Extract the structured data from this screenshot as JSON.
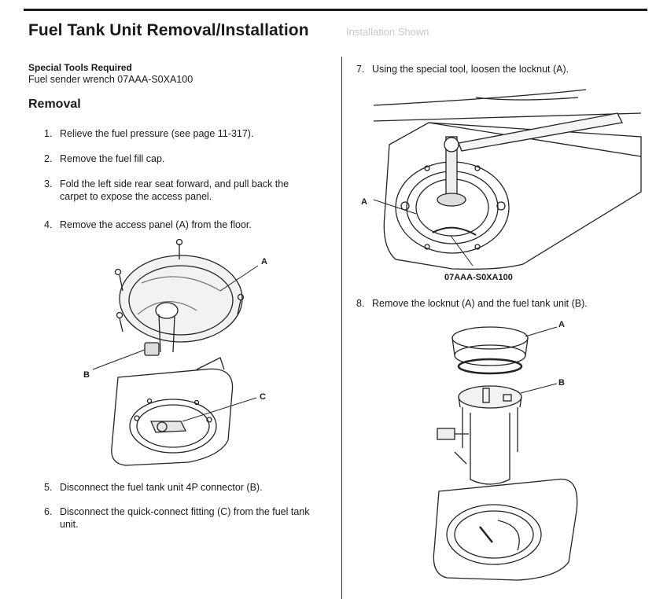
{
  "title": "Fuel Tank Unit Removal/Installation",
  "faint_text": "Installation Shown",
  "special_tools": {
    "heading": "Special Tools Required",
    "tool": "Fuel sender wrench 07AAA-S0XA100"
  },
  "removal_heading": "Removal",
  "steps": [
    {
      "num": "1.",
      "text": "Relieve the fuel pressure (see page 11-317)."
    },
    {
      "num": "2.",
      "text": "Remove the fuel fill cap."
    },
    {
      "num": "3.",
      "text": "Fold the left side rear seat forward, and pull back the carpet to expose the access panel."
    },
    {
      "num": "4.",
      "text": "Remove the access panel (A) from the floor."
    },
    {
      "num": "5.",
      "text": "Disconnect the fuel tank unit 4P connector (B)."
    },
    {
      "num": "6.",
      "text": "Disconnect the quick-connect fitting (C) from the fuel tank unit."
    },
    {
      "num": "7.",
      "text": "Using the special tool, loosen the locknut (A)."
    },
    {
      "num": "8.",
      "text": "Remove the locknut (A) and the fuel tank unit (B)."
    }
  ],
  "figures": {
    "fig1": {
      "label_a": "A",
      "label_b": "B",
      "label_c": "C"
    },
    "fig2": {
      "label_a": "A",
      "tool_caption": "07AAA-S0XA100"
    },
    "fig3": {
      "label_a": "A",
      "label_b": "B"
    }
  }
}
